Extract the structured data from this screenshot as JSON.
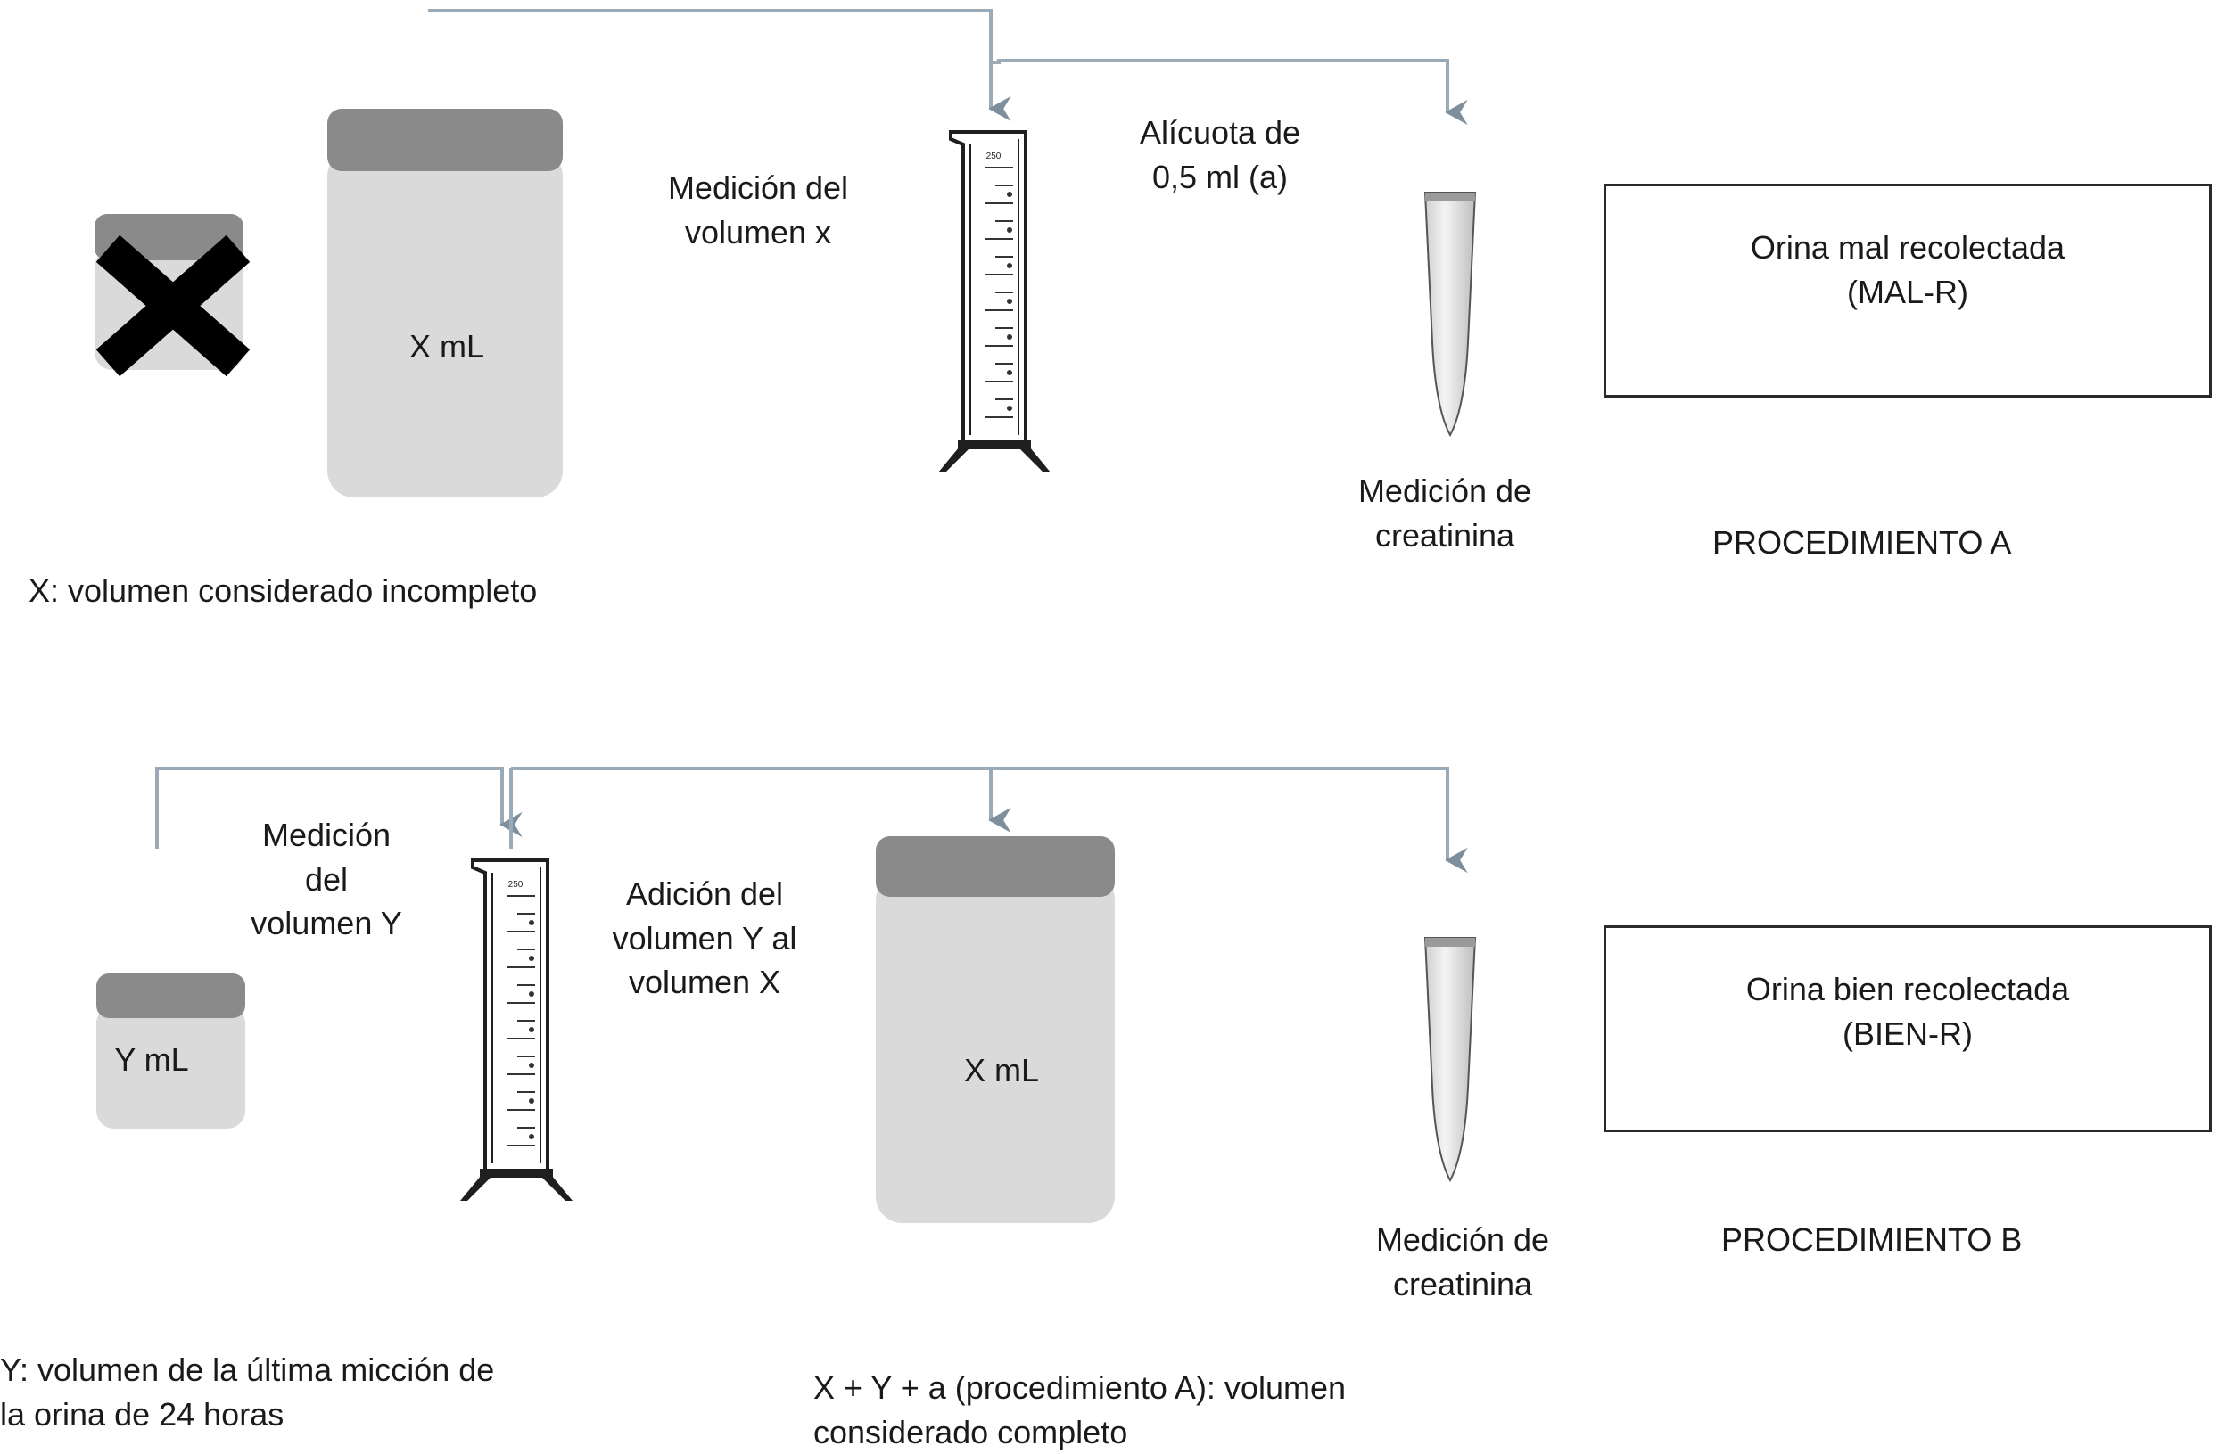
{
  "procedure_a": {
    "jar_label": "X mL",
    "note": "X: volumen considerado incompleto",
    "measure_label": "Medición del\nvolumen x",
    "aliquot_label": "Alícuota de\n0,5 ml (a)",
    "creatinine_label": "Medición de\ncreatinina",
    "result_box": "Orina mal recolectada\n(MAL-R)",
    "title": "PROCEDIMIENTO A"
  },
  "procedure_b": {
    "small_jar_label": "Y mL",
    "big_jar_label": "X mL",
    "measure_label": "Medición\ndel\nvolumen Y",
    "addition_label": "Adición del\nvolumen Y al\nvolumen X",
    "creatinine_label": "Medición de\ncreatinina",
    "result_box": "Orina bien recolectada\n(BIEN-R)",
    "title": "PROCEDIMIENTO B",
    "note_y": "Y: volumen de la última micción de\nla orina de 24 horas",
    "note_total": "X + Y + a (procedimiento A): volumen\nconsiderado completo"
  },
  "colors": {
    "lid": "#8a8a8a",
    "jar_body": "#dadada",
    "connector": "#9aaab6",
    "text": "#1a1a1a",
    "cross": "#000000"
  },
  "icons": [
    "cross-icon",
    "graduated-cylinder-icon",
    "test-tube-icon",
    "arrow-down-icon"
  ]
}
